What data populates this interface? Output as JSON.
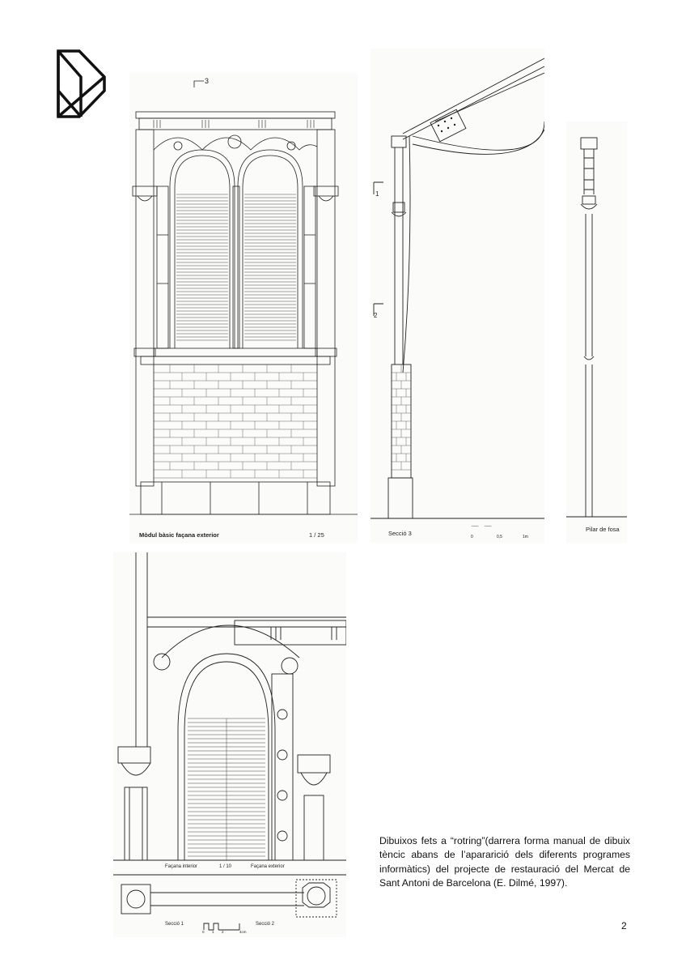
{
  "drawings": {
    "facade": {
      "caption": "Mòdul bàsic façana exterior",
      "scale": "1 / 25",
      "marker": "3"
    },
    "section": {
      "caption": "Secció 3",
      "markers": [
        "1",
        "2"
      ],
      "scalebar": [
        "0",
        "0,5",
        "1m"
      ]
    },
    "pillar": {
      "caption": "Pilar de fosa"
    },
    "detail": {
      "label_left": "Façana interior",
      "scale": "1 / 10",
      "label_right": "Façana exterior",
      "section_left": "Secció 1",
      "section_right": "Secció 2",
      "scalebar": [
        "0",
        "1",
        "2",
        "4cm"
      ]
    }
  },
  "caption_text": "Dibuixos fets a “rotring”(darrera forma manual de dibuix tèncic abans de l’apararició dels diferents programes informàtics) del projecte de restauració del Mercat de Sant Antoni de Barcelona (E. Dilmé, 1997).",
  "page_number": "2"
}
